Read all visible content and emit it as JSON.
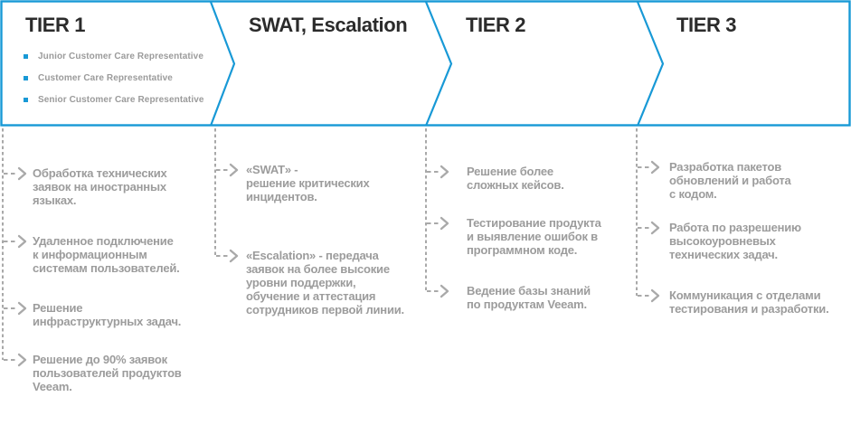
{
  "palette": {
    "accent_blue": "#1899d6",
    "task_text_gray": "#9c9c9c",
    "connector_gray": "#a9a9a9",
    "stage_title_dark": "#2b2b2b"
  },
  "header": {
    "stages": [
      {
        "label": "TIER 1",
        "roles": [
          "Junior Customer Care Representative",
          "Customer Care Representative",
          "Senior Customer Care Representative"
        ]
      },
      {
        "label": "SWAT, Escalation"
      },
      {
        "label": "TIER 2"
      },
      {
        "label": "TIER 3"
      }
    ]
  },
  "columns": [
    {
      "stage": "TIER 1",
      "items": [
        {
          "text": "Обработка технических\nзаявок на иностранных\nязыках."
        },
        {
          "text": "Удаленное подключение\nк информационным\nсистемам пользователей."
        },
        {
          "text": "Решение\nинфраструктурных задач."
        },
        {
          "text": "Решение до 90% заявок\nпользователей продуктов\nVeeam."
        }
      ]
    },
    {
      "stage": "SWAT, Escalation",
      "items": [
        {
          "text": "«SWAT» -\nрешение критических\nинцидентов."
        },
        {
          "text": "«Escalation» - передача\nзаявок на более высокие\nуровни поддержки,\nобучение и аттестация\nсотрудников первой линии."
        }
      ]
    },
    {
      "stage": "TIER 2",
      "items": [
        {
          "text": "Решение более\nсложных кейсов."
        },
        {
          "text": "Тестирование продукта\nи выявление ошибок в\nпрограммном коде."
        },
        {
          "text": "Ведение базы знаний\nпо продуктам Veeam."
        }
      ]
    },
    {
      "stage": "TIER 3",
      "items": [
        {
          "text": "Разработка пакетов\nобновлений и работа\nс кодом."
        },
        {
          "text": "Работа по разрешению\nвысокоуровневых\nтехнических задач."
        },
        {
          "text": "Коммуникация с отделами\nтестирования и разработки."
        }
      ]
    }
  ]
}
